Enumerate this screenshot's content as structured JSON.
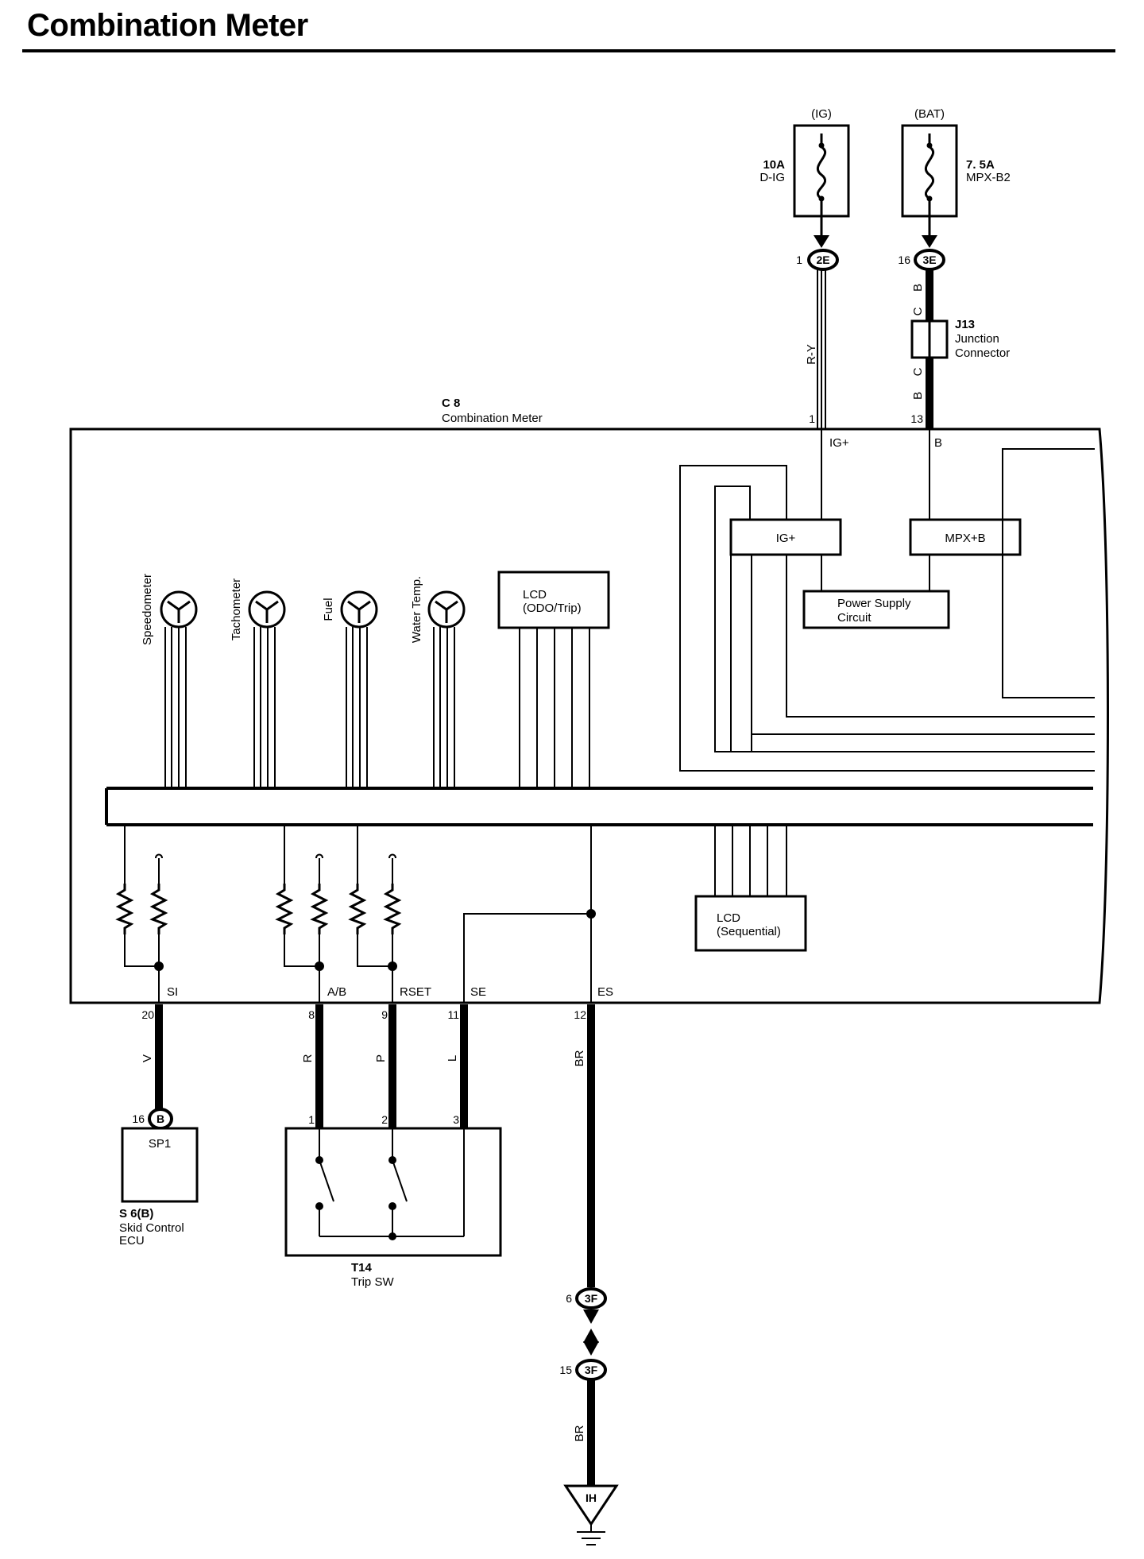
{
  "title": "Combination Meter",
  "fuses": {
    "ig": {
      "source": "(IG)",
      "rating": "10A",
      "name": "D-IG"
    },
    "bat": {
      "source": "(BAT)",
      "rating": "7. 5A",
      "name": "MPX-B2"
    }
  },
  "connectors": {
    "c2e": {
      "id": "2E",
      "pin": "1"
    },
    "c3e": {
      "id": "3E",
      "pin": "16"
    },
    "c3f_top": {
      "id": "3F",
      "pin": "6"
    },
    "c3f_bot": {
      "id": "3F",
      "pin": "15"
    },
    "cb": {
      "id": "B",
      "pin": "16"
    },
    "ground": "IH"
  },
  "junction": {
    "id": "J13",
    "line1": "Junction",
    "line2": "Connector",
    "c": "C"
  },
  "meter": {
    "id": "C 8",
    "name": "Combination Meter"
  },
  "wires": {
    "ry": "R-Y",
    "b": "B",
    "v": "V",
    "r": "R",
    "p": "P",
    "l": "L",
    "br": "BR"
  },
  "top_pins": {
    "ig_pin": "1",
    "b_pin": "13",
    "ig_label": "IG+",
    "b_label": "B"
  },
  "blocks": {
    "ig": "IG+",
    "mpx": "MPX+B",
    "psc1": "Power Supply",
    "psc2": "Circuit"
  },
  "gauges": [
    "Speedometer",
    "Tachometer",
    "Fuel",
    "Water Temp."
  ],
  "lcd_odo": {
    "line1": "LCD",
    "line2": "(ODO/Trip)"
  },
  "lcd_seq": {
    "line1": "LCD",
    "line2": "(Sequential)"
  },
  "bottom_terms": [
    {
      "label": "SI",
      "pin": "20"
    },
    {
      "label": "A/B",
      "pin": "8"
    },
    {
      "label": "RSET",
      "pin": "9"
    },
    {
      "label": "SE",
      "pin": "11"
    },
    {
      "label": "ES",
      "pin": "12"
    }
  ],
  "sp1": {
    "label": "SP1",
    "id": "S 6(B)",
    "line1": "Skid Control",
    "line2": "ECU"
  },
  "trip": {
    "id": "T14",
    "name": "Trip SW",
    "pins": [
      "1",
      "2",
      "3"
    ]
  }
}
